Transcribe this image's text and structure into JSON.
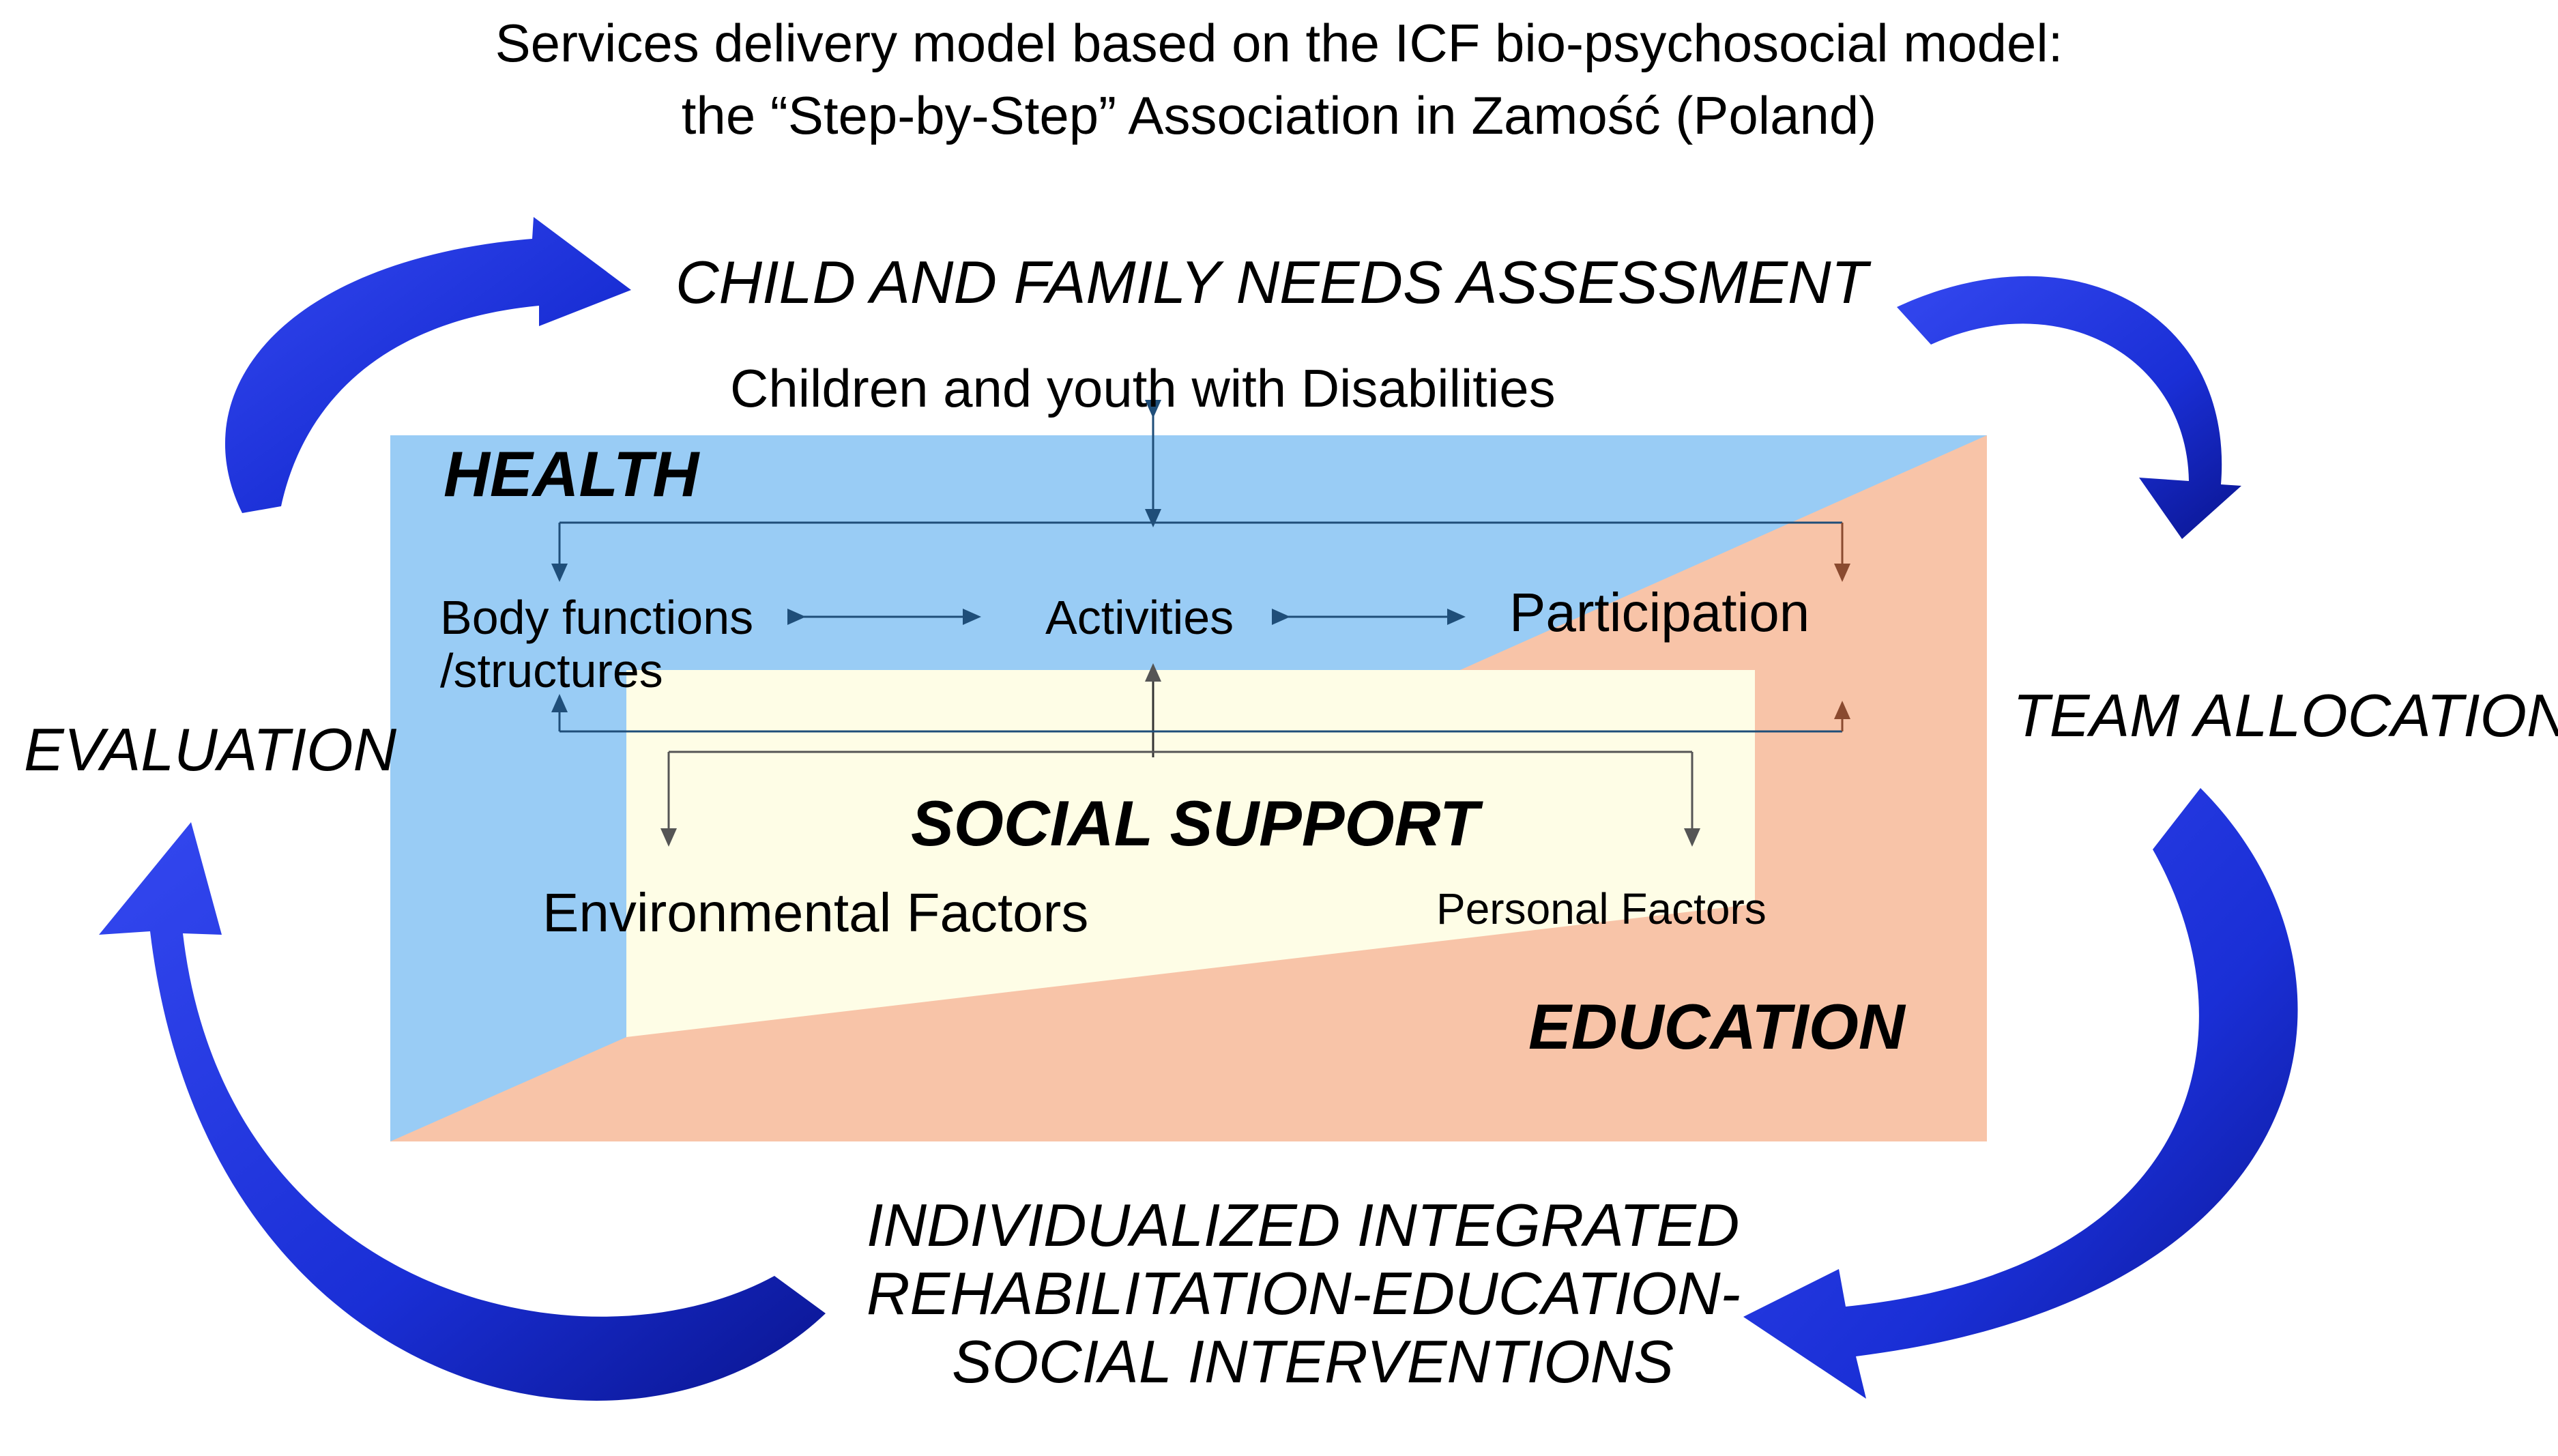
{
  "title": {
    "line1": "Services delivery model based on the ICF bio-psychosocial model:",
    "line2": "the  “Step-by-Step” Association in Zamość  (Poland)"
  },
  "cycle": {
    "assessment": "CHILD AND FAMILY NEEDS ASSESSMENT",
    "team": "TEAM ALLOCATION",
    "interventions": [
      "INDIVIDUALIZED INTEGRATED",
      "REHABILITATION-EDUCATION-",
      "SOCIAL INTERVENTIONS"
    ],
    "evaluation": "EVALUATION"
  },
  "regions": {
    "health": "HEALTH",
    "social": "SOCIAL SUPPORT",
    "education": "EDUCATION"
  },
  "icf": {
    "top": "Children and youth with Disabilities",
    "body_line1": "Body functions",
    "body_line2": "/structures",
    "activities": "Activities",
    "participation": "Participation",
    "environmental": "Environmental Factors",
    "personal": "Personal Factors"
  },
  "colors": {
    "health": "#99ccf5",
    "social": "#fefde6",
    "education": "#f8c4a8",
    "cycle_arrow": "#1a2fd6",
    "connector_blue": "#1f4e79",
    "connector_brown": "#8a4a2f"
  }
}
